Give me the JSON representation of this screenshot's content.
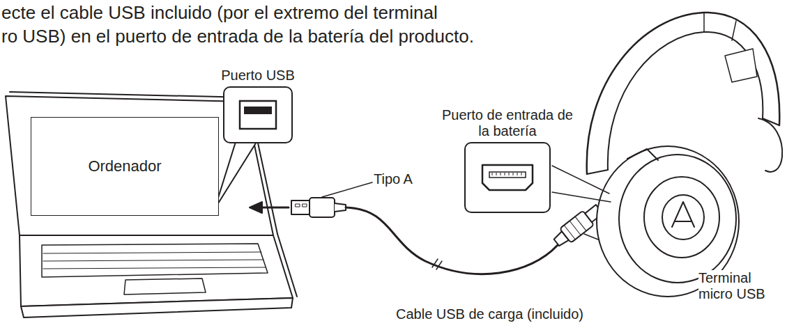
{
  "diagram": {
    "nodes": [
      {
        "text": [
          "Ordenador"
        ]
      },
      {
        "text": [
          "Puerto USB"
        ]
      },
      {
        "text": [
          "Puerto de entrada de la batería"
        ]
      }
    ],
    "labels": [
      "ecte el cable USB incluido (por el extremo del terminal",
      "ro USB) en el puerto de entrada de la batería del producto.",
      "Tipo A",
      "Cable USB de carga (incluido)",
      "Terminal micro USB"
    ]
  }
}
